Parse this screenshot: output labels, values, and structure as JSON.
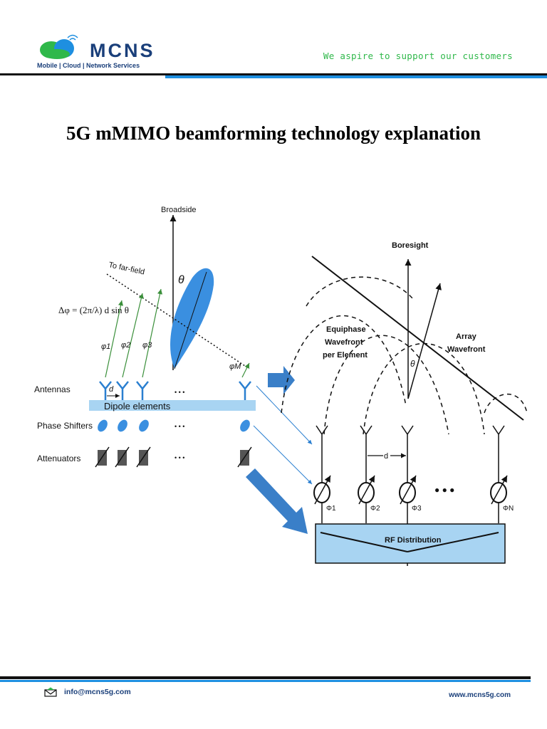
{
  "header": {
    "brand": "MCNS",
    "brand_sub": "Mobile | Cloud | Network Services",
    "tagline": "We aspire to support our customers"
  },
  "title": "5G mMIMO beamforming technology explanation",
  "figure_left": {
    "broadside": "Broadside",
    "far_field": "To far-field",
    "delta_phi": "Δφ = (2π/λ) d sin θ",
    "theta": "θ",
    "phi1": "φ1",
    "phi2": "φ2",
    "phi3": "φ3",
    "phiM": "φM",
    "d": "d",
    "antennas": "Antennas",
    "phase_shifters": "Phase Shifters",
    "attenuators": "Attenuators",
    "dipole": "Dipole elements",
    "ellipsis": "• • •"
  },
  "figure_right": {
    "boresight": "Boresight",
    "equiphase_1": "Equiphase",
    "equiphase_2": "Wavefront",
    "equiphase_3": "per Element",
    "array_1": "Array",
    "array_2": "Wavefront",
    "theta": "θ",
    "d": "d",
    "phi1": "Φ1",
    "phi2": "Φ2",
    "phi3": "Φ3",
    "phiN": "ΦN",
    "rf": "RF Distribution",
    "dots": "● ● ●"
  },
  "footer": {
    "email": "info@mcns5g.com",
    "website": "www.mcns5g.com"
  },
  "colors": {
    "brand_green": "#2fb84a",
    "brand_blue": "#1e8fe0",
    "brand_navy": "#1a3f7a"
  }
}
